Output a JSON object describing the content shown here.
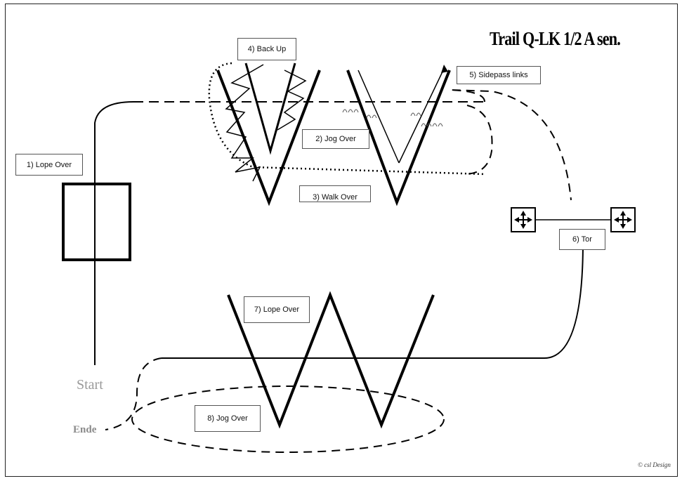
{
  "title": "Trail Q-LK 1/2 A sen.",
  "start_label": "Start",
  "end_label": "Ende",
  "credit": "© csl Design",
  "obstacles": {
    "o1": "1) Lope Over",
    "o2": "2) Jog Over",
    "o3": "3) Walk Over",
    "o4": "4) Back Up",
    "o5": "5) Sidepass links",
    "o6": "6) Tor",
    "o7": "7) Lope Over",
    "o8": "8) Jog Over"
  },
  "colors": {
    "line": "#000000",
    "label_border": "#555555",
    "start_text": "#9a9a9a"
  }
}
